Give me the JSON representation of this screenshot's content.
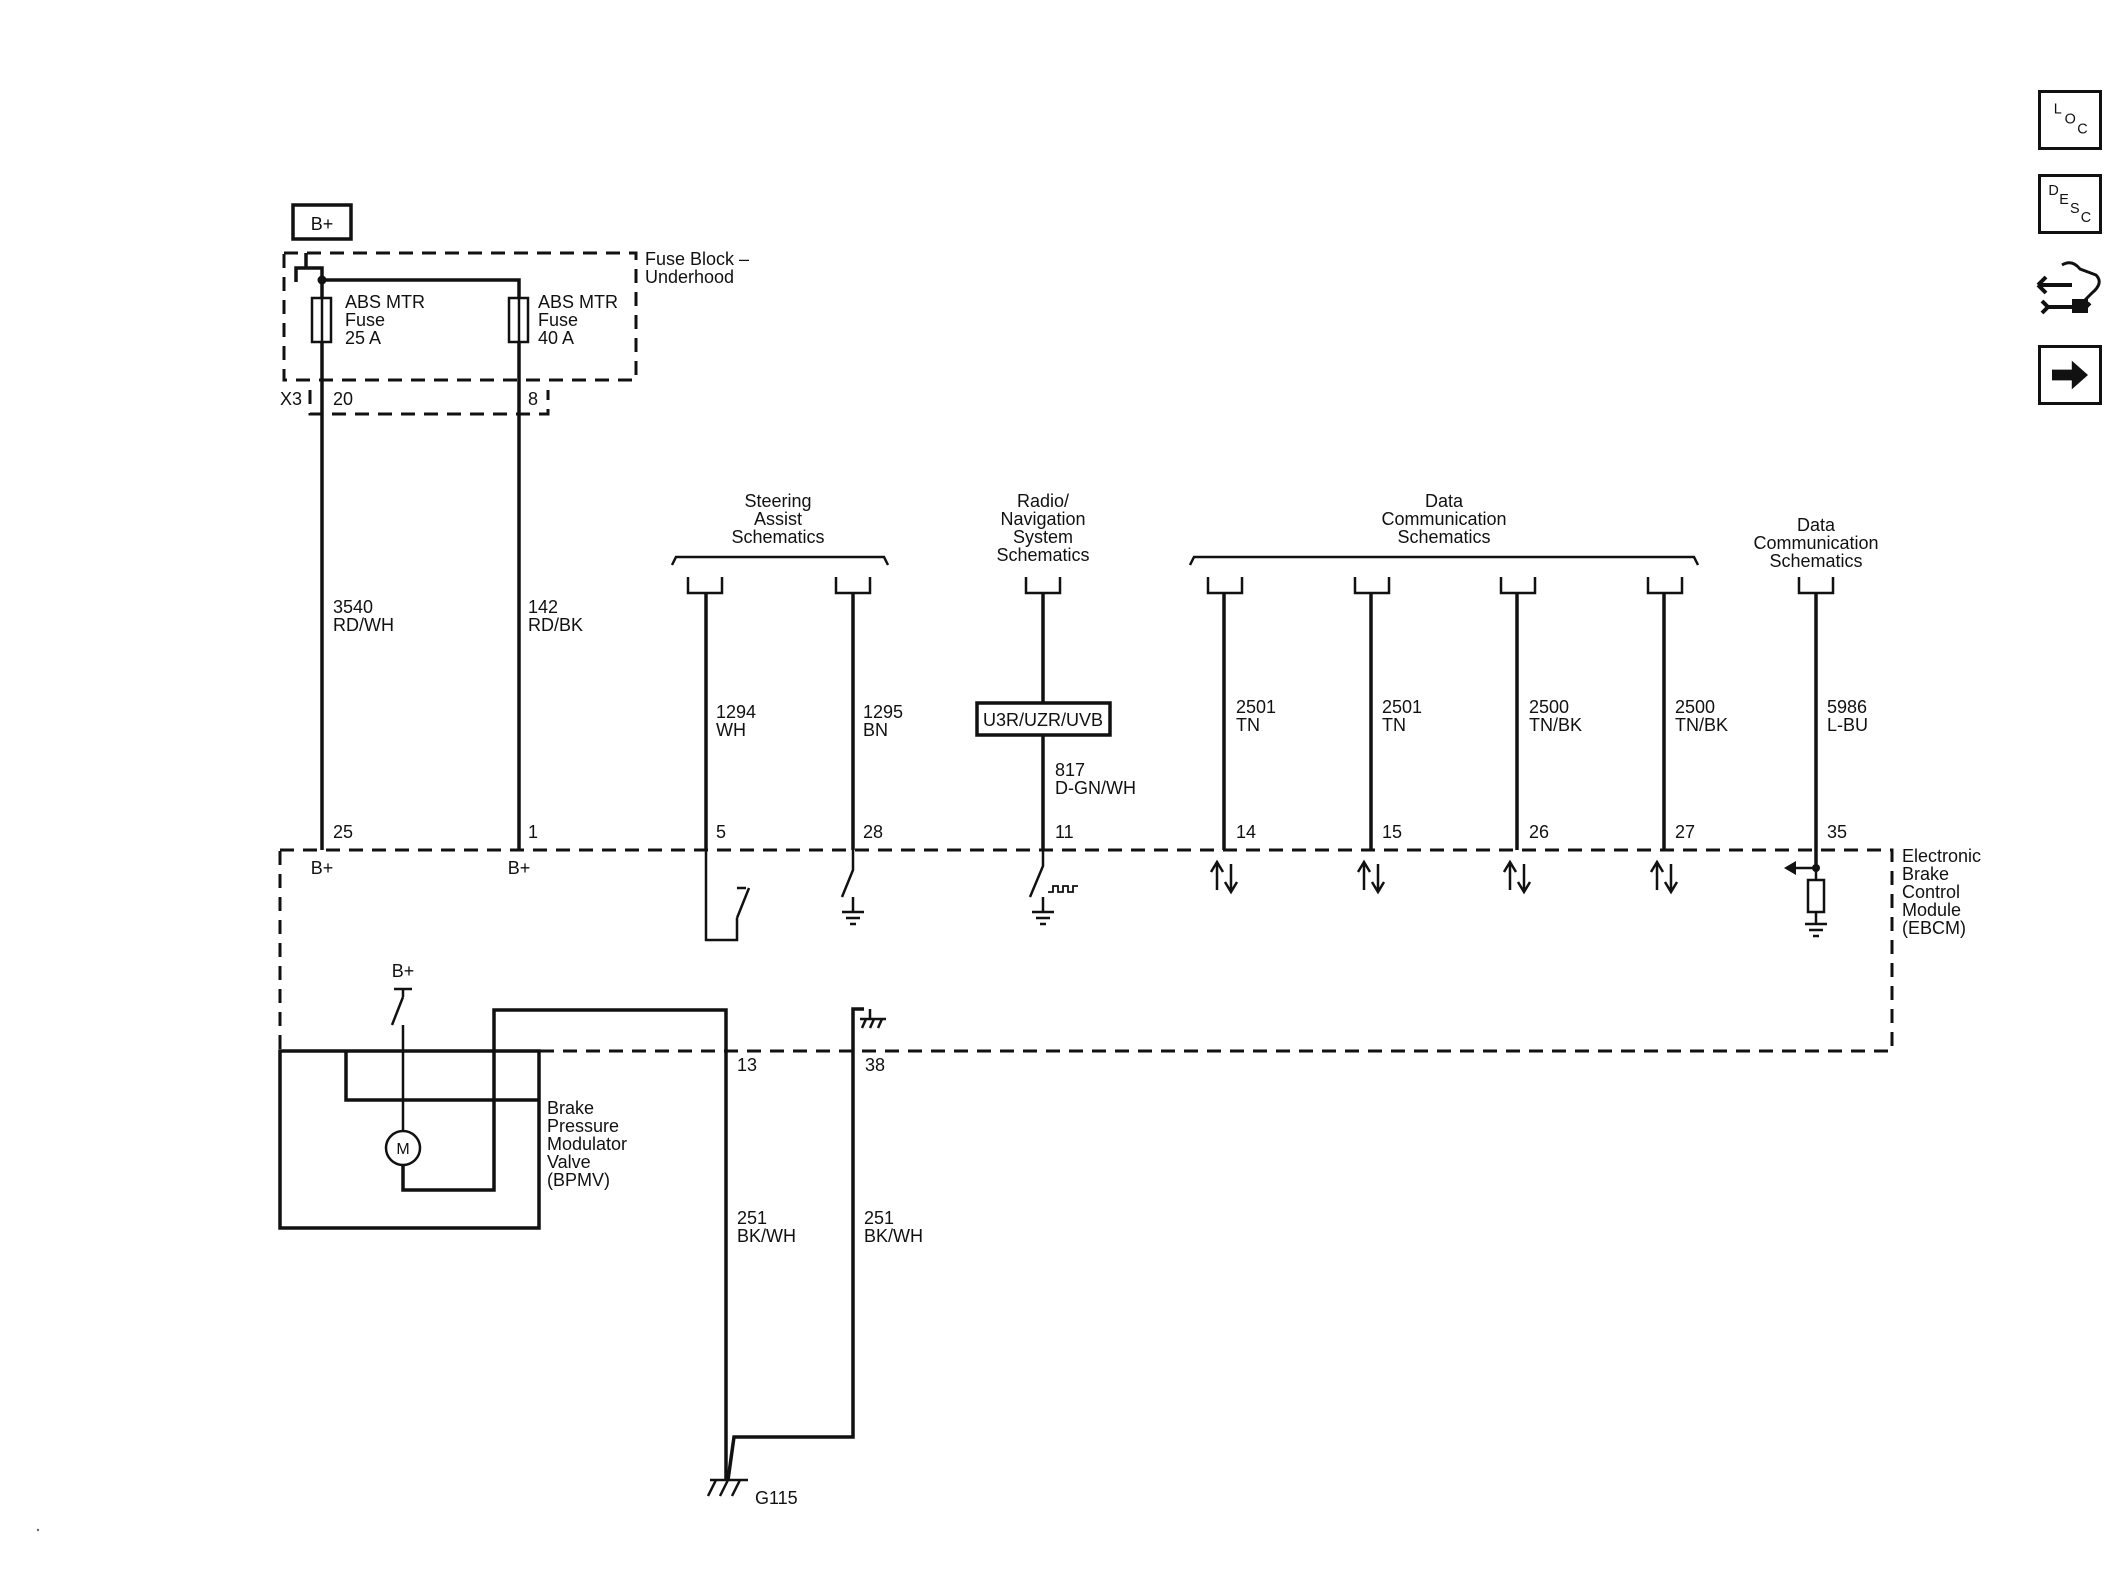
{
  "battery": {
    "label": "B+"
  },
  "fuse_block": {
    "line1": "Fuse Block –",
    "line2": "Underhood",
    "connector": "X3"
  },
  "fuses": [
    {
      "line1": "ABS MTR",
      "line2": "Fuse",
      "line3": "25 A",
      "pin": "20"
    },
    {
      "line1": "ABS MTR",
      "line2": "Fuse",
      "line3": "40 A",
      "pin": "8"
    }
  ],
  "steering": {
    "line1": "Steering",
    "line2": "Assist",
    "line3": "Schematics"
  },
  "radio": {
    "line1": "Radio/",
    "line2": "Navigation",
    "line3": "System",
    "line4": "Schematics",
    "option": "U3R/UZR/UVB"
  },
  "datacomm": {
    "line1": "Data",
    "line2": "Communication",
    "line3": "Schematics"
  },
  "datacomm2": {
    "line1": "Data",
    "line2": "Communication",
    "line3": "Schematics"
  },
  "wires": [
    {
      "circuit": "3540",
      "color": "RD/WH",
      "pin": "25",
      "label": "B+"
    },
    {
      "circuit": "142",
      "color": "RD/BK",
      "pin": "1",
      "label": "B+"
    },
    {
      "circuit": "1294",
      "color": "WH",
      "pin": "5"
    },
    {
      "circuit": "1295",
      "color": "BN",
      "pin": "28"
    },
    {
      "circuit": "817",
      "color": "D-GN/WH",
      "pin": "11"
    },
    {
      "circuit": "2501",
      "color": "TN",
      "pin": "14"
    },
    {
      "circuit": "2501",
      "color": "TN",
      "pin": "15"
    },
    {
      "circuit": "2500",
      "color": "TN/BK",
      "pin": "26"
    },
    {
      "circuit": "2500",
      "color": "TN/BK",
      "pin": "27"
    },
    {
      "circuit": "5986",
      "color": "L-BU",
      "pin": "35"
    }
  ],
  "ebcm": {
    "line1": "Electronic",
    "line2": "Brake",
    "line3": "Control",
    "line4": "Module",
    "line5": "(EBCM)",
    "bplus": "B+"
  },
  "bpmv": {
    "line1": "Brake",
    "line2": "Pressure",
    "line3": "Modulator",
    "line4": "Valve",
    "line5": "(BPMV)",
    "motor": "M"
  },
  "grounds": [
    {
      "pin": "13",
      "circuit": "251",
      "color": "BK/WH"
    },
    {
      "pin": "38",
      "circuit": "251",
      "color": "BK/WH"
    }
  ],
  "ground_point": "G115",
  "side_buttons": {
    "loc": {
      "a": "L",
      "b": "O",
      "c": "C"
    },
    "desc": {
      "a": "D",
      "b": "E",
      "c": "S",
      "d": "C"
    }
  }
}
